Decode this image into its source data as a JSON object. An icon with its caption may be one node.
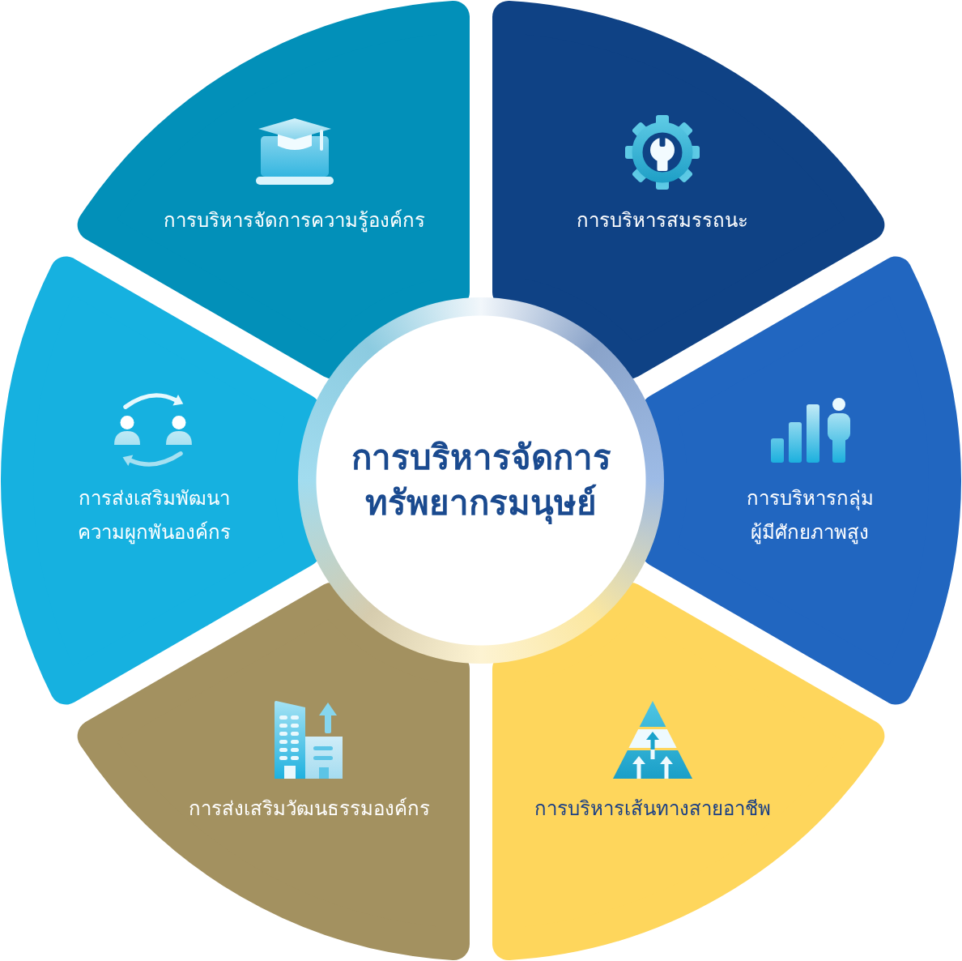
{
  "diagram": {
    "nodes": [
      {
        "text": [
          "การบริหารจัดการความรู้องค์กร"
        ]
      },
      {
        "text": [
          "การบริหารสมรรถนะ"
        ]
      },
      {
        "text": [
          "การส่งเสริมพัฒนาความผูกพันองค์กร"
        ]
      },
      {
        "text": [
          "การบริหารจัดการทรัพยากรมนุษย์"
        ]
      },
      {
        "text": [
          "การบริหารกลุ่มผู้มีศักยภาพสูง"
        ]
      },
      {
        "text": [
          "การส่งเสริมวัฒนธรรมองค์กร"
        ]
      },
      {
        "text": [
          "การบริหารเส้นทางสายอาชีพ"
        ]
      }
    ]
  }
}
